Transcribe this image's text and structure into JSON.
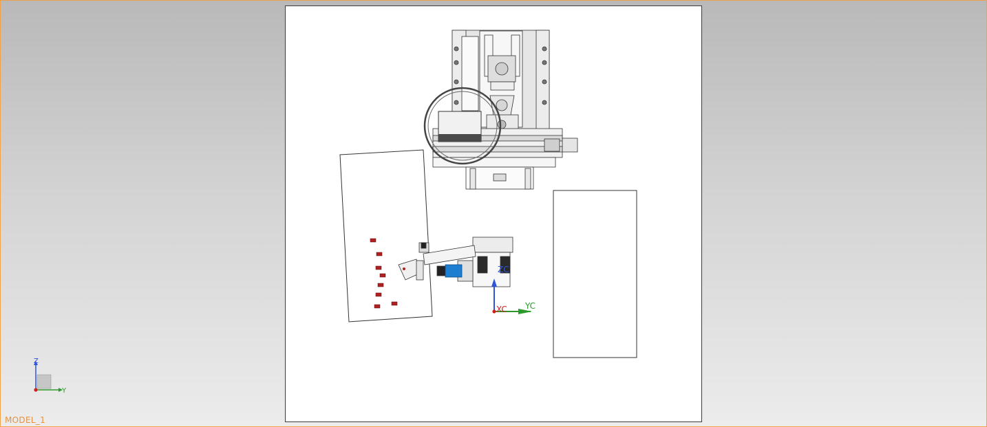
{
  "viewport": {
    "model_name": "MODEL_1",
    "border_color": "#f2a04a",
    "background_top": "#b9b9b9",
    "background_bottom": "#ececec"
  },
  "work_csys": {
    "z_label": "ZC",
    "x_label": "XC",
    "y_label": "YC"
  },
  "view_triad": {
    "z_label": "Z",
    "y_label": "Y"
  },
  "colors": {
    "part_red": "#b02020",
    "part_blue": "#1e7fd0",
    "axis_blue": "#2f55d6",
    "axis_green": "#2a9a2a",
    "axis_red": "#d02020",
    "label_orange": "#e8913f"
  }
}
